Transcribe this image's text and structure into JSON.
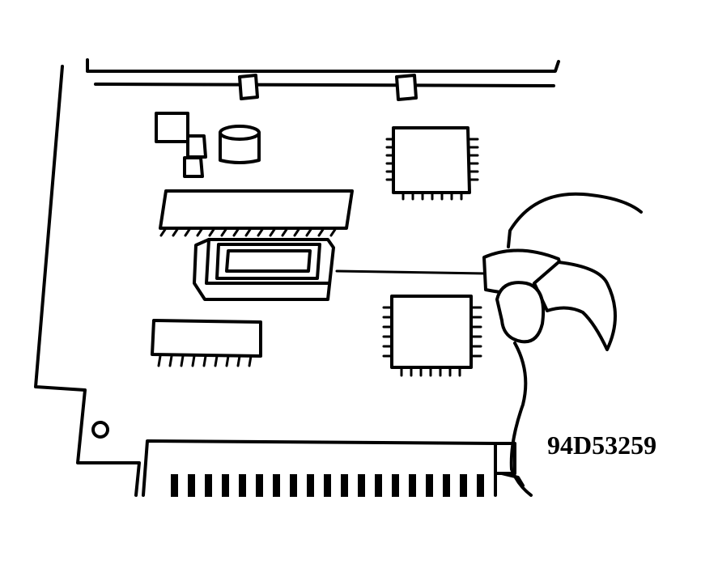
{
  "figure": {
    "part_number": "94D53259",
    "line_color": "#000000",
    "background_color": "#ffffff",
    "icons": [
      "circuit-board",
      "eprom-chip",
      "chip-socket",
      "qfp-chip",
      "dip-chip",
      "screwdriver",
      "hand"
    ]
  }
}
